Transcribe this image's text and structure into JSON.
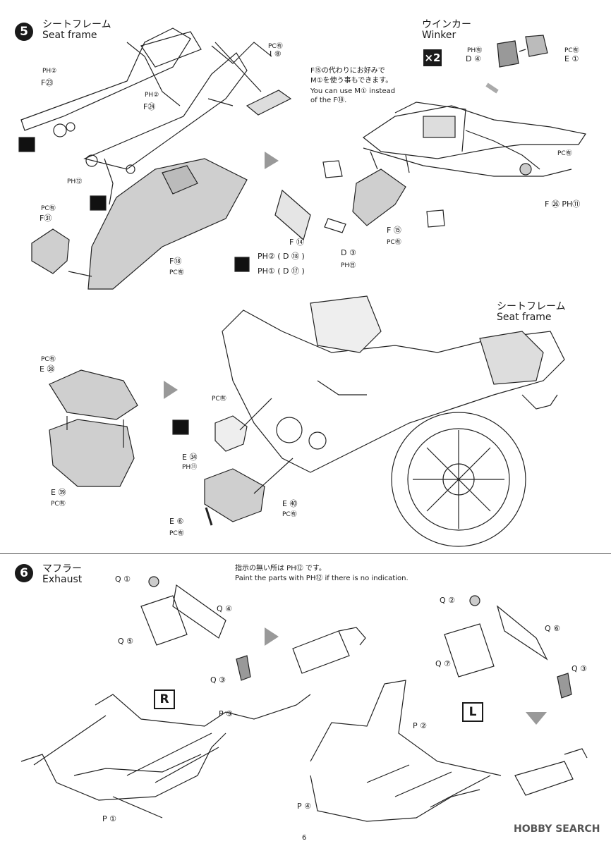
{
  "page_number": "6",
  "watermark": "HOBBY SEARCH",
  "step5": {
    "number": "5",
    "title_jp": "シートフレーム",
    "title_en": "Seat frame",
    "labels": {
      "ph2_f23": "PH②",
      "f23": "F㉓",
      "ph2_f24": "PH②",
      "f24": "F㉔",
      "ph12": "PH⑫",
      "pc92_f31": "PC㊒",
      "f31": "F㉛",
      "f18": "F⑱",
      "pc92_f18": "PC㊒",
      "pc92_i8": "PC㊒",
      "i8": "I ⑧"
    },
    "note_jp_1": "F⑮の代わりにお好みで",
    "note_jp_2": "M①を使う事もできます。",
    "note_en_1": "You can use M① instead",
    "note_en_2": "of the F⑱.",
    "winker_jp": "ウインカー",
    "winker_en": "Winker",
    "x2": "×2",
    "winker_labels": {
      "ph92": "PH㊒",
      "d4": "D ④",
      "pc92": "PC㊒",
      "e1": "E ①"
    },
    "right_labels": {
      "pc92_a": "PC㊒",
      "f26": "F ㉖ PH⑪",
      "f14": "F ⑭",
      "f15": "F ⑮",
      "pc92_f15": "PC㊒",
      "d3": "D ③",
      "ph90": "PH㊐",
      "ph2_d18": "PH② ( D ⑱ )",
      "ph1_d17": "PH① ( D ⑰ )"
    }
  },
  "seat_frame_jp": "シートフレーム",
  "seat_frame_en": "Seat frame",
  "tank": {
    "pc92_e38": "PC㊒",
    "e38": "E ㊳",
    "e39": "E ㊴",
    "pc92_e39": "PC㊒",
    "pc92_top": "PC㊒",
    "e34": "E ㉞",
    "ph11": "PH⑪",
    "e40": "E ㊵",
    "pc92_e40": "PC㊒",
    "e6": "E ⑥",
    "pc92_e6": "PC㊒"
  },
  "step6": {
    "number": "6",
    "title_jp": "マフラー",
    "title_en": "Exhaust",
    "note_jp": "指示の無い所は PH⑫ です。",
    "note_en": "Paint the parts with PH⑫ if there is no indication.",
    "left_labels": {
      "q1": "Q ①",
      "q4": "Q ④",
      "q5": "Q ⑤",
      "q3": "Q ③"
    },
    "right_labels": {
      "q2": "Q ②",
      "q6": "Q ⑥",
      "q7": "Q ⑦",
      "q3": "Q ③"
    },
    "r_badge": "R",
    "l_badge": "L",
    "p3": "P ③",
    "p1": "P ①",
    "p2": "P ②",
    "p4": "P ④"
  }
}
